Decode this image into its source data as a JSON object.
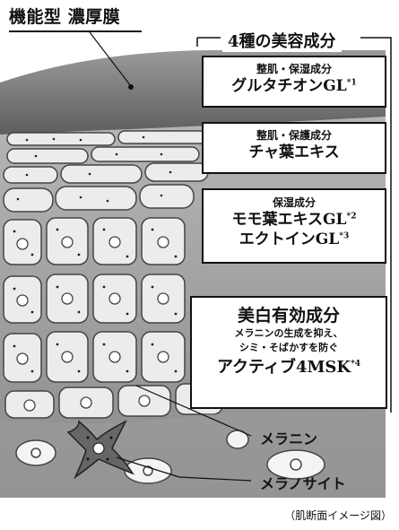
{
  "heading": "機能型 濃厚膜",
  "group_title": "4種の美容成分",
  "boxes": [
    {
      "category": "整肌・保湿成分",
      "ingredient": "グルタチオンGL",
      "note": "*1"
    },
    {
      "category": "整肌・保護成分",
      "ingredient": "チャ葉エキス"
    },
    {
      "category": "保湿成分",
      "ingredients": [
        {
          "name": "モモ葉エキスGL",
          "note": "*2"
        },
        {
          "name": "エクトインGL",
          "note": "*3"
        }
      ]
    },
    {
      "category": "美白有効成分",
      "description_lines": [
        "メラニンの生成を抑え、",
        "シミ・そばかすを防ぐ"
      ],
      "ingredient": "アクティブ4MSK",
      "note": "*4"
    }
  ],
  "labels": {
    "melanin": "メラニン",
    "melanocyte": "メラノサイト"
  },
  "caption": "（肌断面イメージ図）",
  "colors": {
    "background": "#ffffff",
    "film": "#777777",
    "cell_fill": "#ececec",
    "cell_stroke": "#444444",
    "melanocyte": "#666666"
  }
}
